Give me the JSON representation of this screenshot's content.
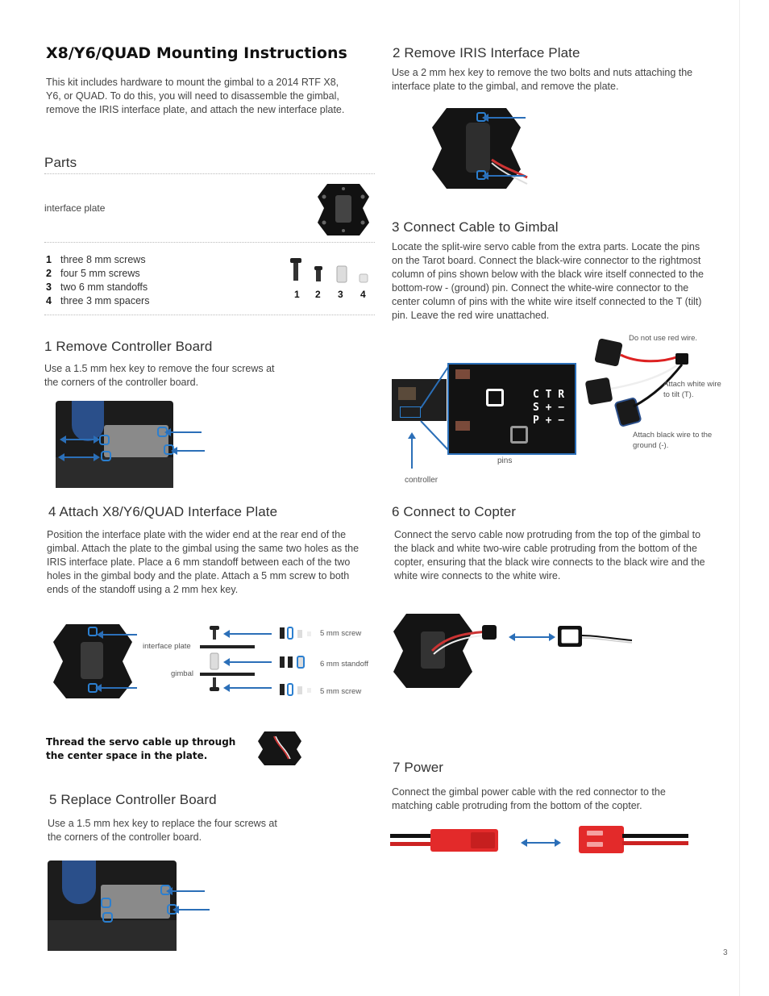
{
  "title": "X8/Y6/QUAD Mounting Instructions",
  "intro": "This kit includes hardware to mount the gimbal to a 2014 RTF X8, Y6, or QUAD. To do this, you will need to disassemble the gimbal, remove the IRIS interface plate, and attach the new interface plate.",
  "parts": {
    "heading": "Parts",
    "plate_label": "interface plate",
    "items": [
      {
        "num": "1",
        "text": "three 8 mm screws"
      },
      {
        "num": "2",
        "text": "four 5 mm screws"
      },
      {
        "num": "3",
        "text": "two 6 mm standoffs"
      },
      {
        "num": "4",
        "text": "three 3 mm spacers"
      }
    ],
    "fig_numbers": [
      "1",
      "2",
      "3",
      "4"
    ]
  },
  "step1": {
    "heading": "1 Remove Controller Board",
    "text": "Use a 1.5 mm hex key to remove the four screws at the corners of the controller board."
  },
  "step2": {
    "heading": "2 Remove IRIS Interface Plate",
    "text": "Use a 2 mm hex key to remove the two bolts and nuts attaching the interface plate to the gimbal, and remove the plate."
  },
  "step3": {
    "heading": "3 Connect Cable to Gimbal",
    "text": "Locate the split-wire servo cable from the extra parts. Locate the pins on the Tarot board. Connect the black-wire connector to the rightmost column of pins shown below with the black wire itself connected to the bottom-row - (ground) pin. Connect the white-wire connector to the center column of pins with the white wire itself connected to the T (tilt) pin. Leave the red wire unattached.",
    "label_red": "Do not use red wire.",
    "label_white": "Attach white wire to tilt (T).",
    "label_black": "Attach black wire to the ground (-).",
    "label_pins": "pins",
    "label_controller": "controller",
    "board_rows": [
      "C T R",
      "S + −",
      "P + −"
    ]
  },
  "step4": {
    "heading": "4 Attach X8/Y6/QUAD Interface Plate",
    "text": "Position the interface plate with the wider end at the rear end of the gimbal. Attach the plate to the gimbal using the same two holes as the IRIS interface plate. Place a 6 mm standoff between each of the two holes in the gimbal body and the plate. Attach a 5 mm screw to both ends of the standoff using a 2 mm hex key.",
    "label_plate": "interface plate",
    "label_gimbal": "gimbal",
    "label_screw_top": "5 mm screw",
    "label_standoff": "6 mm standoff",
    "label_screw_bottom": "5 mm screw",
    "note": "Thread the servo cable up through the center space in the plate."
  },
  "step5": {
    "heading": "5 Replace Controller Board",
    "text": "Use a 1.5 mm hex key to replace the four screws at the corners of the controller board."
  },
  "step6": {
    "heading": "6 Connect to Copter",
    "text": "Connect the servo cable now protruding from the top of the gimbal to the black and white two-wire cable protruding from the bottom of the copter, ensuring that the black wire connects to the black wire and the white wire connects to the white wire."
  },
  "step7": {
    "heading": "7 Power",
    "text": "Connect the gimbal power cable with the red connector to the matching cable protruding from the bottom of the copter."
  },
  "page_number": "3",
  "colors": {
    "accent": "#2b6fb8",
    "red_connector": "#e32a2a"
  }
}
